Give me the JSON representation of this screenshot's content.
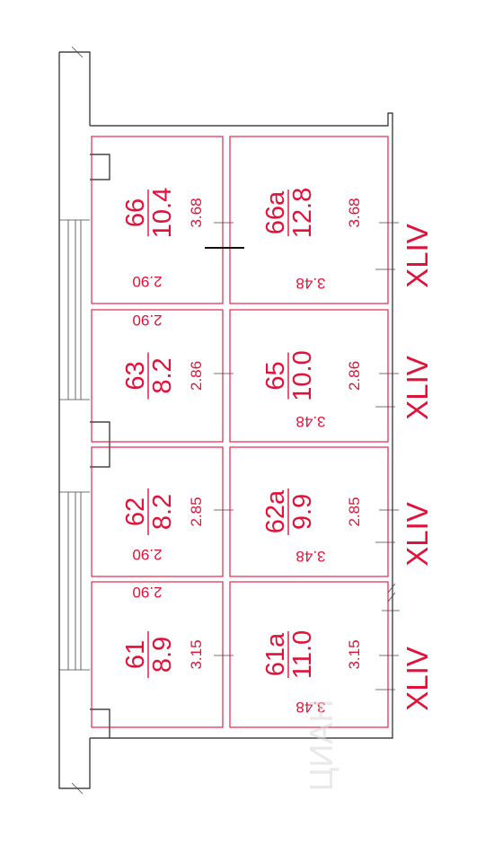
{
  "rooms": [
    {
      "id": "66",
      "area": "10.4",
      "height": "3.68",
      "depth": "2.90"
    },
    {
      "id": "66a",
      "area": "12.8",
      "height": "3.68",
      "depth": "3.48"
    },
    {
      "id": "63",
      "area": "8.2",
      "height": "2.86",
      "depth": "2.90"
    },
    {
      "id": "65",
      "area": "10.0",
      "height": "2.86",
      "depth": "3.48"
    },
    {
      "id": "62",
      "area": "8.2",
      "height": "2.85",
      "depth": "2.90"
    },
    {
      "id": "62a",
      "area": "9.9",
      "height": "2.85",
      "depth": "3.48"
    },
    {
      "id": "61",
      "area": "8.9",
      "height": "3.15",
      "depth": "2.90"
    },
    {
      "id": "61a",
      "area": "11.0",
      "height": "3.15",
      "depth": "3.48"
    }
  ],
  "section_marks": [
    "XLIV",
    "XLIV",
    "XLIV",
    "XLIV"
  ],
  "watermark": "ЦИАН",
  "colors": {
    "plan_red": "#e0123a",
    "wall_line": "#222222"
  }
}
